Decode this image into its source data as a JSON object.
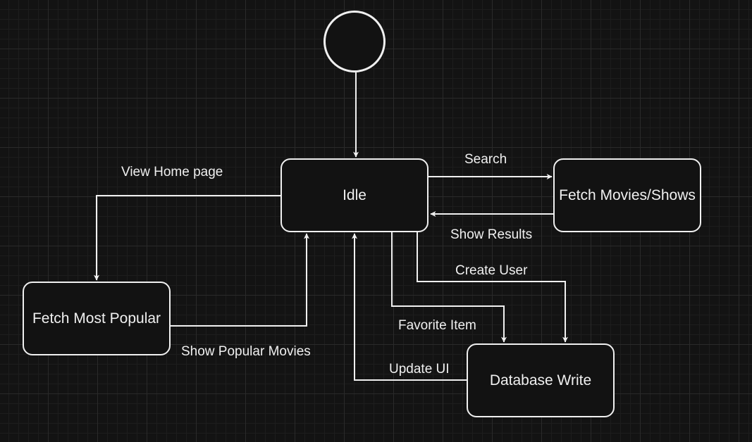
{
  "nodes": {
    "start": "",
    "idle": "Idle",
    "fetch_movies": "Fetch Movies/Shows",
    "fetch_popular": "Fetch Most Popular",
    "db_write": "Database Write"
  },
  "edges": {
    "search": "Search",
    "show_results": "Show Results",
    "view_home": "View Home page",
    "show_popular": "Show Popular Movies",
    "create_user": "Create User",
    "favorite_item": "Favorite Item",
    "update_ui": "Update UI"
  },
  "colors": {
    "background": "#131313",
    "stroke": "#f0f0f0",
    "text": "#f0f0f0"
  }
}
